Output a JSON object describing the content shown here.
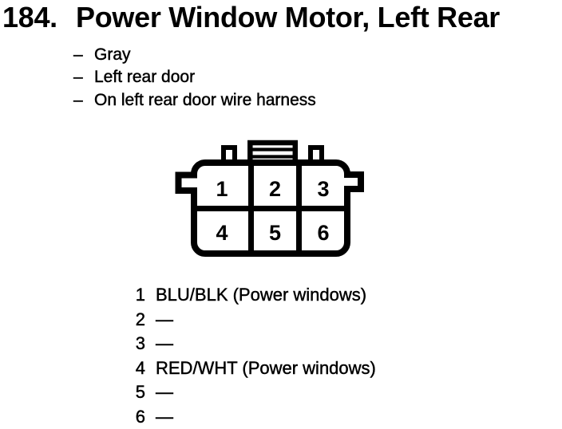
{
  "page": {
    "paper_color": "#ffffff",
    "ink_color": "#000000"
  },
  "title": {
    "number": "184.",
    "text": "Power Window Motor, Left Rear"
  },
  "details": {
    "items": [
      {
        "dash": "–",
        "text": "Gray"
      },
      {
        "dash": "–",
        "text": "Left rear door"
      },
      {
        "dash": "–",
        "text": "On left rear door wire harness"
      }
    ]
  },
  "connector": {
    "cavities": [
      "1",
      "2",
      "3",
      "4",
      "5",
      "6"
    ]
  },
  "pin_list": {
    "rows": [
      {
        "pin": "1",
        "wire": "BLU/BLK (Power windows)"
      },
      {
        "pin": "2",
        "wire": "—"
      },
      {
        "pin": "3",
        "wire": "—"
      },
      {
        "pin": "4",
        "wire": "RED/WHT (Power windows)"
      },
      {
        "pin": "5",
        "wire": "—"
      },
      {
        "pin": "6",
        "wire": "—"
      }
    ]
  }
}
